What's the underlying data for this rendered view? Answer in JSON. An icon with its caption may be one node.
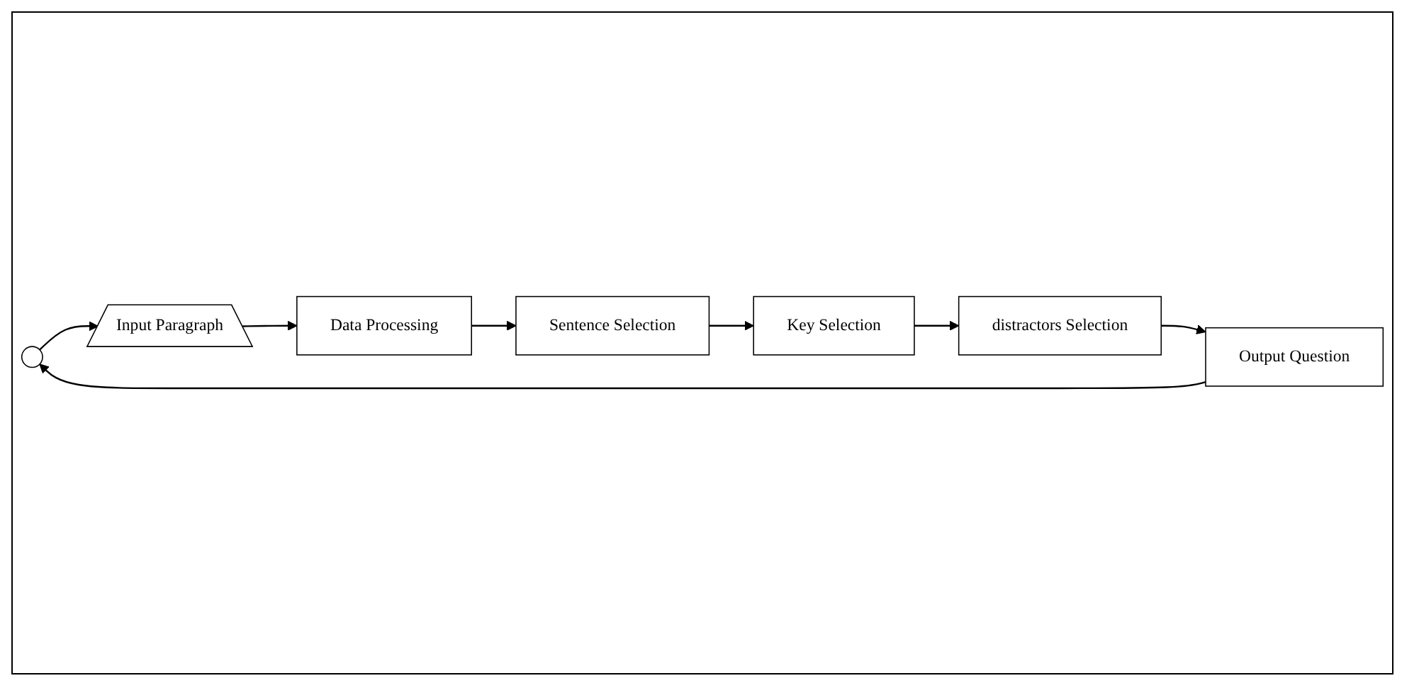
{
  "diagram": {
    "nodes": [
      {
        "text": [],
        "shape": "circle"
      },
      {
        "text": [
          "Input Paragraph"
        ]
      },
      {
        "text": [
          "Data Processing"
        ]
      },
      {
        "text": [
          "Sentence Selection"
        ]
      },
      {
        "text": [
          "Key Selection"
        ]
      },
      {
        "text": [
          "distractors Selection"
        ]
      },
      {
        "text": [
          "Output Question"
        ]
      }
    ],
    "edges": [
      {
        "from": 0,
        "to": 1,
        "arrow": "to"
      },
      {
        "from": 1,
        "to": 2,
        "arrow": "to"
      },
      {
        "from": 2,
        "to": 3,
        "arrow": "to"
      },
      {
        "from": 3,
        "to": 4,
        "arrow": "to"
      },
      {
        "from": 4,
        "to": 5,
        "arrow": "to"
      },
      {
        "from": 5,
        "to": 6,
        "arrow": "to"
      },
      {
        "from": 6,
        "to": 0,
        "arrow": "to"
      }
    ]
  }
}
